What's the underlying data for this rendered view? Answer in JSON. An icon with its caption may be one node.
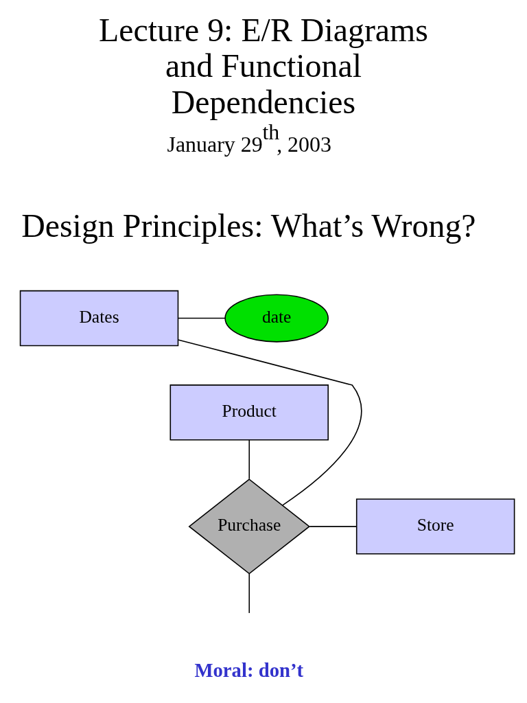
{
  "diagram": {
    "title": "Lecture 9: E/R Diagrams and Functional Dependencies",
    "nodes": [
      {
        "text": [
          "Dates"
        ]
      },
      {
        "text": [
          "date"
        ]
      },
      {
        "text": [
          "Product"
        ]
      },
      {
        "text": [
          "Purchase"
        ]
      },
      {
        "text": [
          "Store"
        ]
      }
    ],
    "edges": [
      {
        "from": 0,
        "to": 1,
        "arrow": "none"
      },
      {
        "from": 2,
        "to": 3,
        "arrow": "none"
      },
      {
        "from": 3,
        "to": 0,
        "arrow": "none"
      },
      {
        "from": 3,
        "to": 4,
        "arrow": "none"
      },
      {
        "from": 3,
        "to": null,
        "arrow": "none"
      }
    ],
    "labels": [
      "January 29$^{th}$, 2003",
      "Design Principles: What’s Wrong?",
      "Moral: don’t"
    ]
  }
}
